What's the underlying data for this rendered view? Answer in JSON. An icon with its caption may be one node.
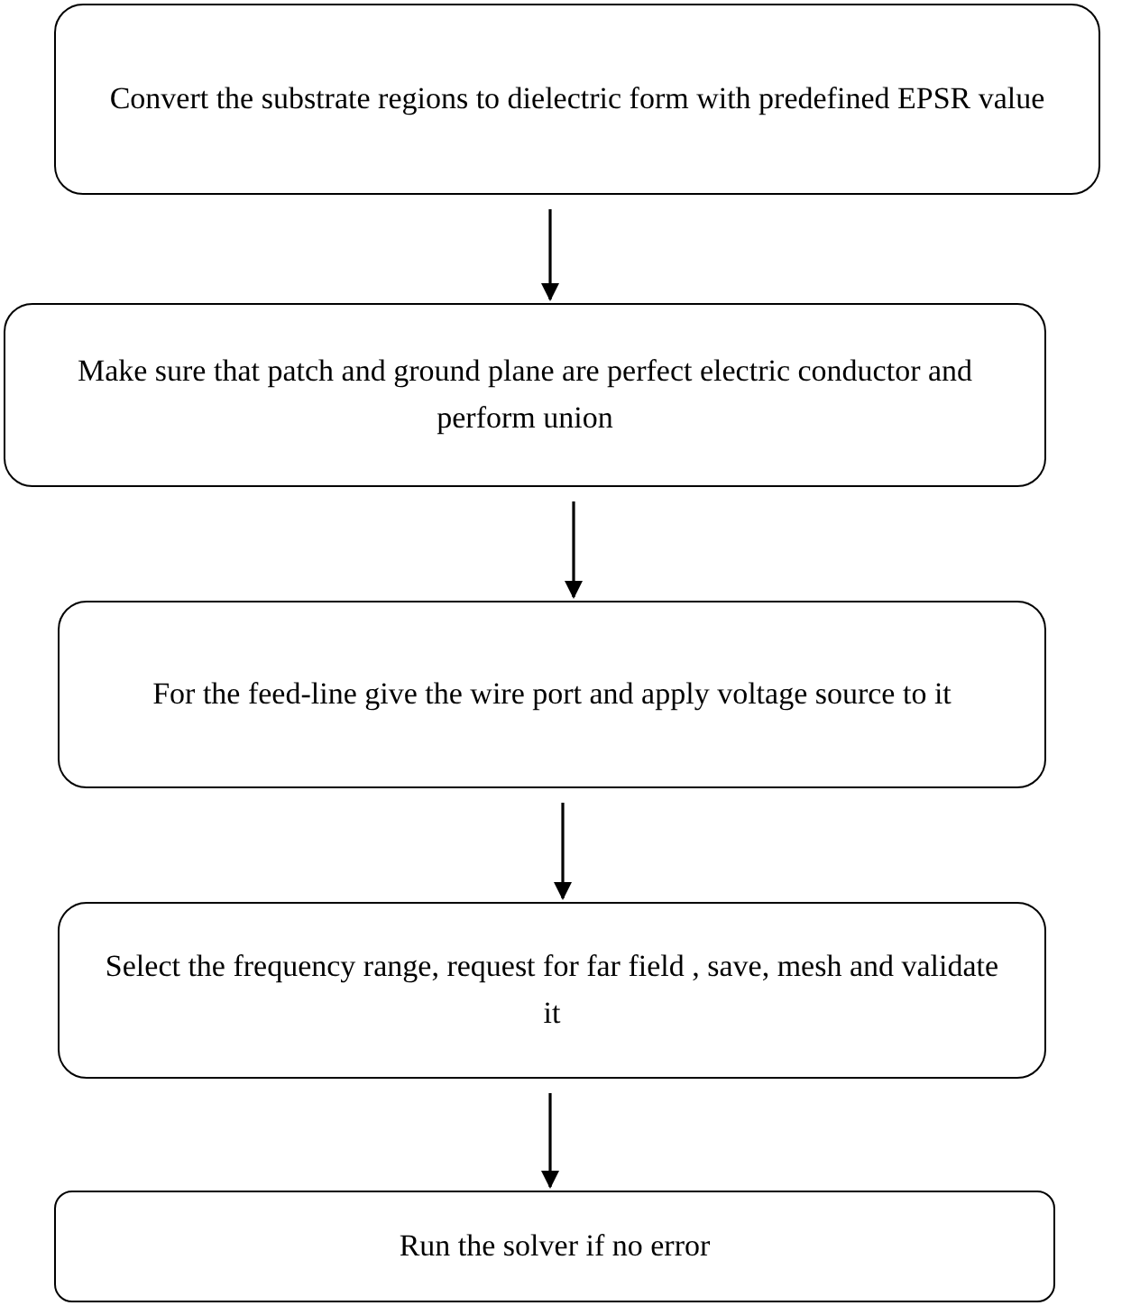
{
  "diagram": {
    "nodes": [
      {
        "text": [
          "Convert the substrate regions to dielectric form with predefined EPSR value"
        ]
      },
      {
        "text": [
          "Make sure that patch and ground plane are perfect electric conductor and perform union"
        ]
      },
      {
        "text": [
          "For the feed-line give the wire port and apply voltage source to it"
        ]
      },
      {
        "text": [
          "Select the frequency range, request for far field , save, mesh and validate it"
        ]
      },
      {
        "text": [
          "Run the solver if no error"
        ]
      }
    ],
    "edges": [
      {
        "from": 0,
        "to": 1,
        "arrow": "to"
      },
      {
        "from": 1,
        "to": 2,
        "arrow": "to"
      },
      {
        "from": 2,
        "to": 3,
        "arrow": "to"
      },
      {
        "from": 3,
        "to": 4,
        "arrow": "to"
      }
    ]
  }
}
